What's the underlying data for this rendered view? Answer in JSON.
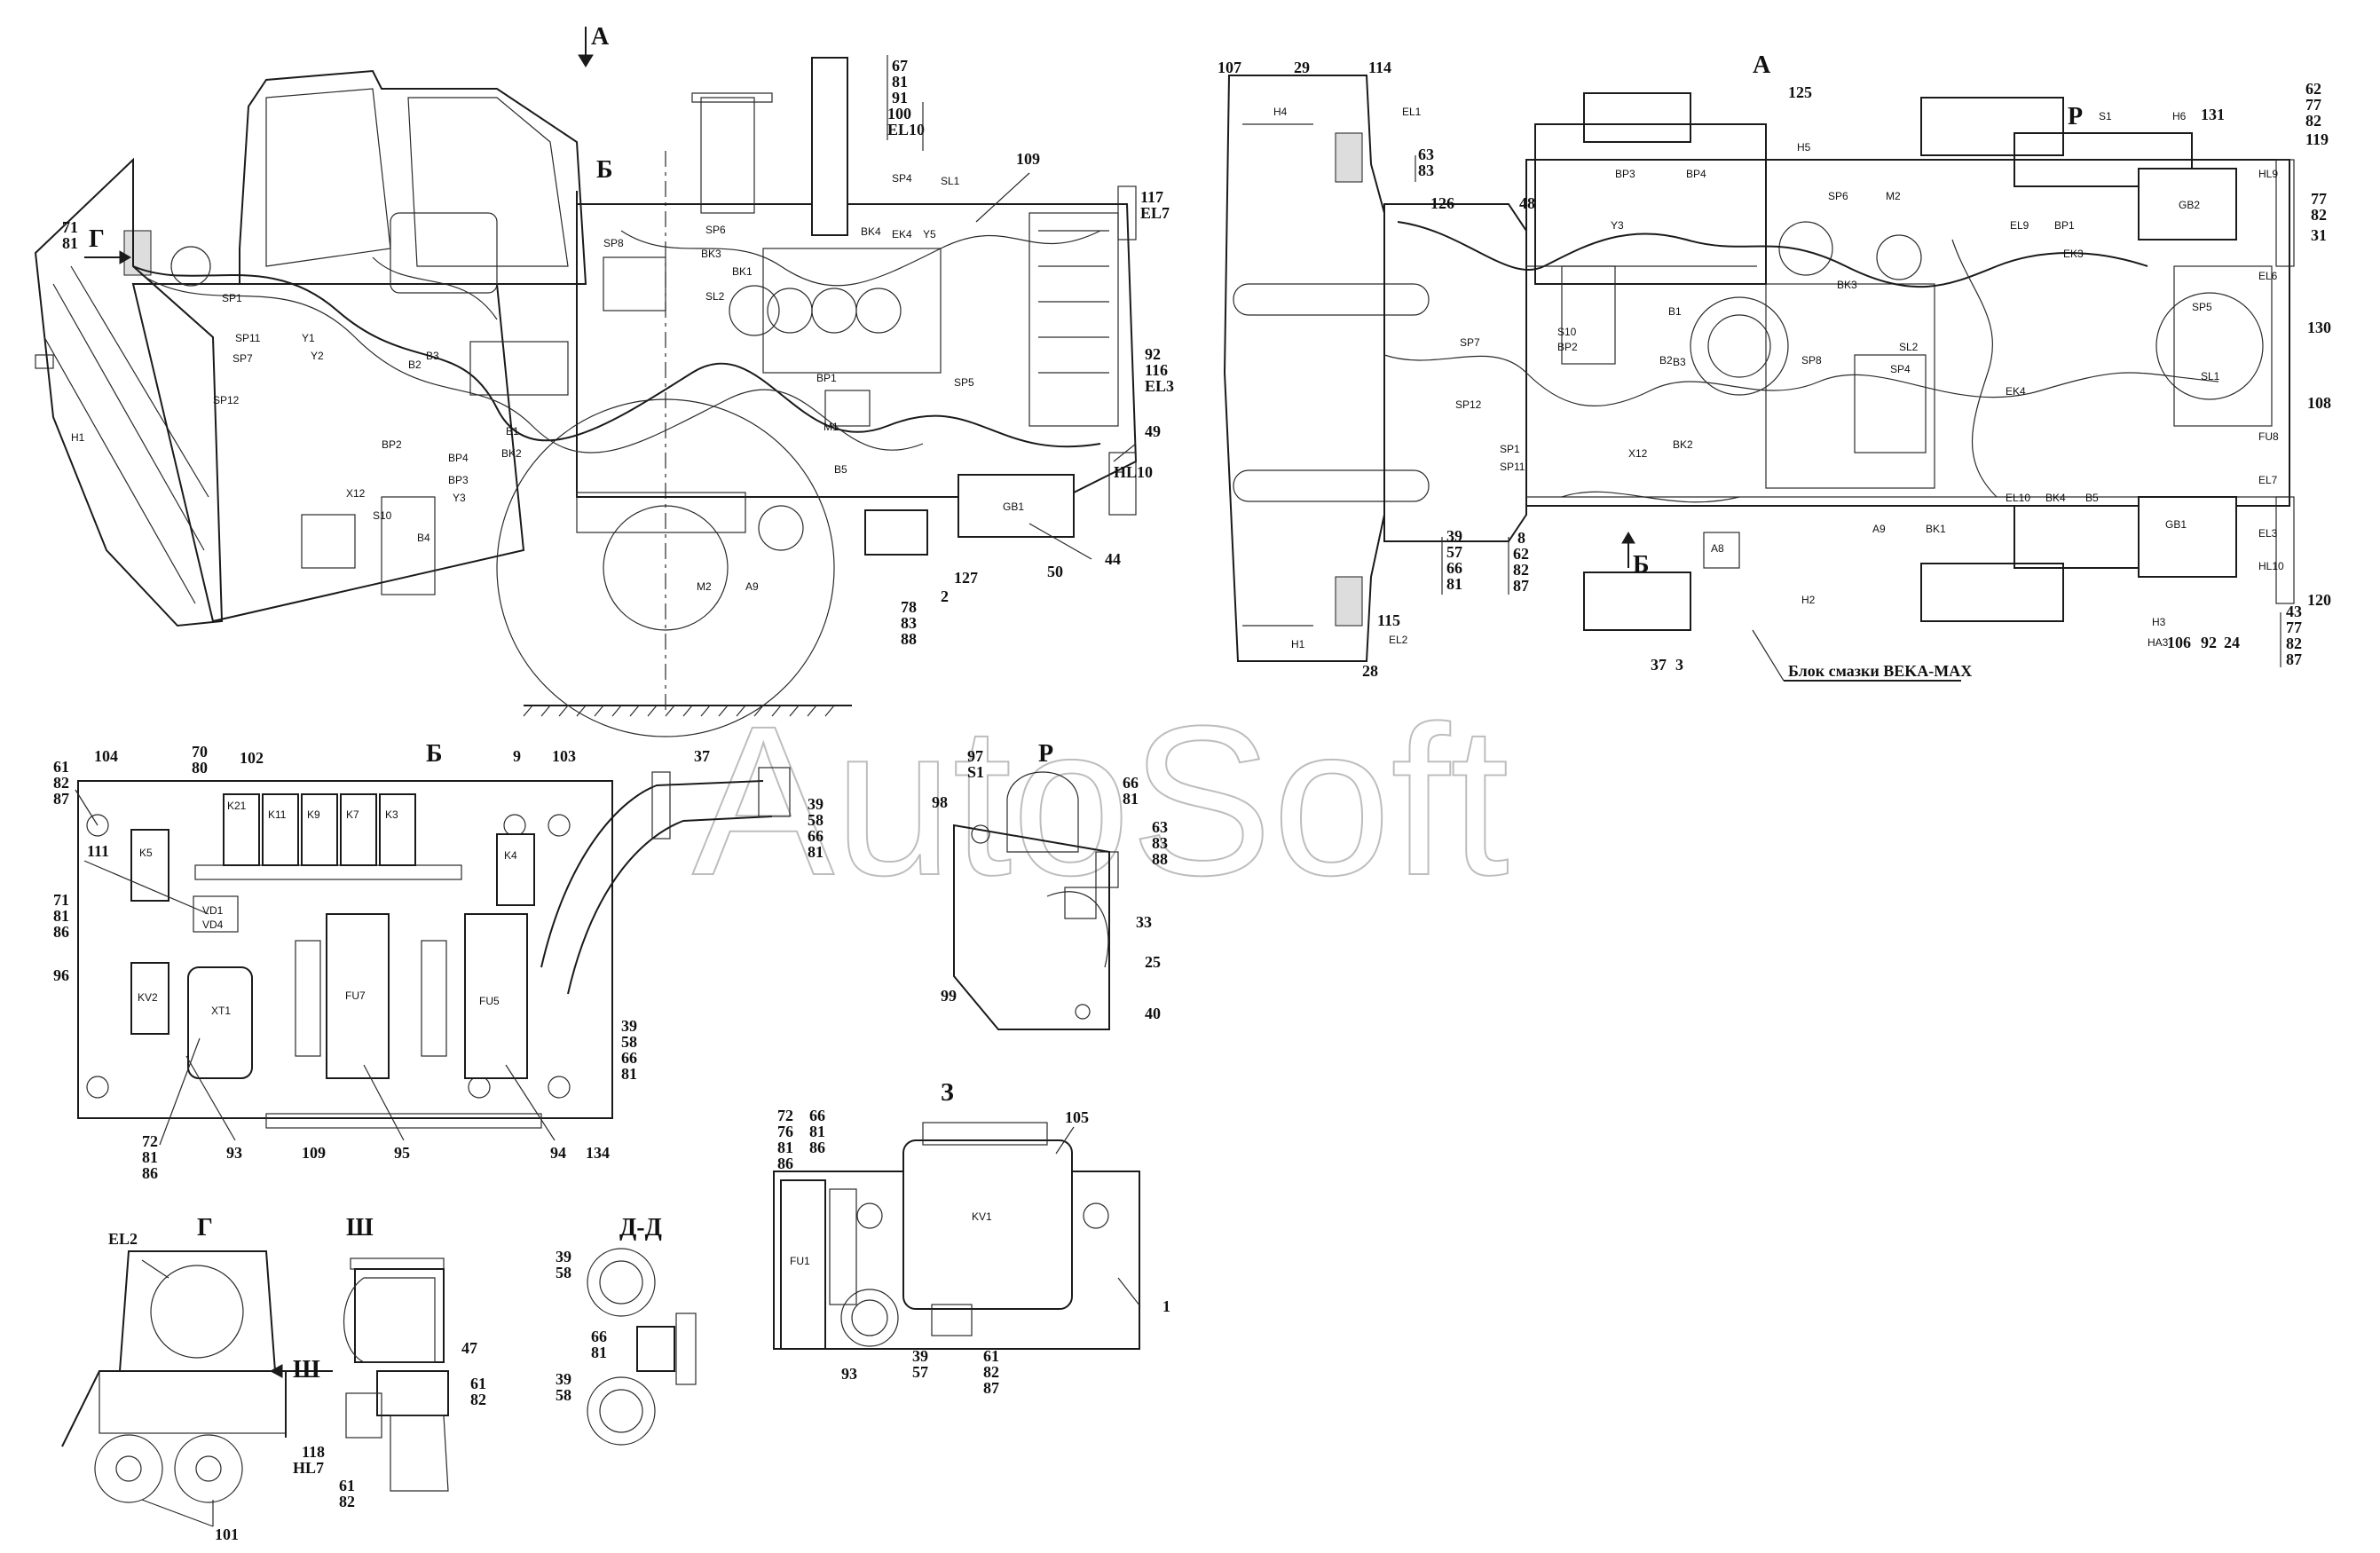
{
  "watermark": "AutoSoft",
  "views": {
    "main_side": {
      "label_A": "А",
      "label_B": "Б",
      "label_G": "Г"
    },
    "top": {
      "label_A": "А",
      "label_R": "Р",
      "label_B": "Б",
      "caption": "Блок смазки BEKA-MAX"
    },
    "detail_B": {
      "title": "Б"
    },
    "detail_R": {
      "title": "Р"
    },
    "detail_Z": {
      "title": "З"
    },
    "detail_G": {
      "title": "Г"
    },
    "detail_Sh": {
      "title": "Ш"
    },
    "detail_DD": {
      "title": "Д-Д"
    }
  },
  "callouts": {
    "s1": [
      "67",
      "81",
      "91",
      "100",
      "EL10"
    ],
    "s2": [
      "71",
      "81"
    ],
    "s3": "109",
    "s4": [
      "117",
      "EL7"
    ],
    "s5": [
      "92",
      "116",
      "EL3"
    ],
    "s6": "49",
    "s7": "HL10",
    "s8": [
      "127",
      "50",
      "44"
    ],
    "s9": [
      "78",
      "83",
      "88"
    ],
    "s10": "2",
    "t1": "107",
    "t2": "29",
    "t3": "114",
    "t4": [
      "63",
      "83"
    ],
    "t5": "126",
    "t6": "125",
    "t7": "48",
    "t8": [
      "62",
      "77",
      "82"
    ],
    "t9": "119",
    "t10": [
      "77",
      "82"
    ],
    "t11": "31",
    "t12": "130",
    "t13": "108",
    "t14": [
      "39",
      "57",
      "66",
      "81"
    ],
    "t15": [
      "8",
      "62",
      "82",
      "87"
    ],
    "t16": "115",
    "t17": "28",
    "t18": "37",
    "t19": "3",
    "t20": [
      "43",
      "77",
      "82",
      "87"
    ],
    "t21": [
      "106",
      "92",
      "24"
    ],
    "t22": "120",
    "t23": "131",
    "b1": [
      "61",
      "82",
      "87"
    ],
    "b2": "104",
    "b3": [
      "70",
      "80"
    ],
    "b4": "102",
    "b5": "9",
    "b6": "103",
    "b7": "111",
    "b8": [
      "71",
      "81",
      "86"
    ],
    "b9": "96",
    "b10": [
      "72",
      "81",
      "86"
    ],
    "b11": "93",
    "b12": "109",
    "b13": "95",
    "b14": "94",
    "b15": "134",
    "b16": [
      "39",
      "58",
      "66",
      "81"
    ],
    "b17": "37",
    "b18": [
      "39",
      "58",
      "66",
      "81"
    ],
    "r1": [
      "97",
      "S1"
    ],
    "r2": "98",
    "r3": [
      "66",
      "81"
    ],
    "r4": [
      "63",
      "83",
      "88"
    ],
    "r5": "33",
    "r6": "25",
    "r7": "99",
    "r8": "40",
    "z1": "105",
    "z2": [
      "72",
      "76",
      "81",
      "86"
    ],
    "z3": [
      "66",
      "81",
      "86"
    ],
    "z4": "1",
    "z5": "93",
    "z6": [
      "39",
      "57"
    ],
    "z7": [
      "61",
      "82",
      "87"
    ],
    "g1": "EL2",
    "g2": "101",
    "g3": [
      "118",
      "HL7"
    ],
    "g4": [
      "61",
      "82"
    ],
    "g5": "47",
    "g6": [
      "61",
      "82"
    ],
    "d1": [
      "39",
      "58"
    ],
    "d2": [
      "66",
      "81"
    ],
    "d3": [
      "39",
      "58"
    ]
  },
  "components": {
    "relays": [
      "K21",
      "K11",
      "K9",
      "K7",
      "K3",
      "K5",
      "K4",
      "KV2",
      "XT1",
      "VD1",
      "VD4",
      "FU7",
      "FU5"
    ],
    "box_labels": [
      "GB1",
      "GB2",
      "KV1",
      "FU1",
      "H1",
      "H2",
      "H3",
      "H4",
      "H5",
      "H6",
      "EL1",
      "EL2",
      "EL6",
      "EL7",
      "EL3",
      "HL9",
      "HL10",
      "FU8",
      "SL1",
      "SL2",
      "SP1",
      "SP4",
      "SP5",
      "SP6",
      "SP7",
      "SP8",
      "SP12",
      "BP1",
      "BP2",
      "BP3",
      "BP4",
      "BK1",
      "BK2",
      "BK3",
      "BK4",
      "M1",
      "M2",
      "A8",
      "A9",
      "B1",
      "B2",
      "B3",
      "B4",
      "B5",
      "Y1",
      "Y2",
      "Y3",
      "Y5",
      "S1",
      "S10",
      "X12",
      "HA3",
      "EK3",
      "EK4",
      "EL9",
      "EL10"
    ]
  }
}
